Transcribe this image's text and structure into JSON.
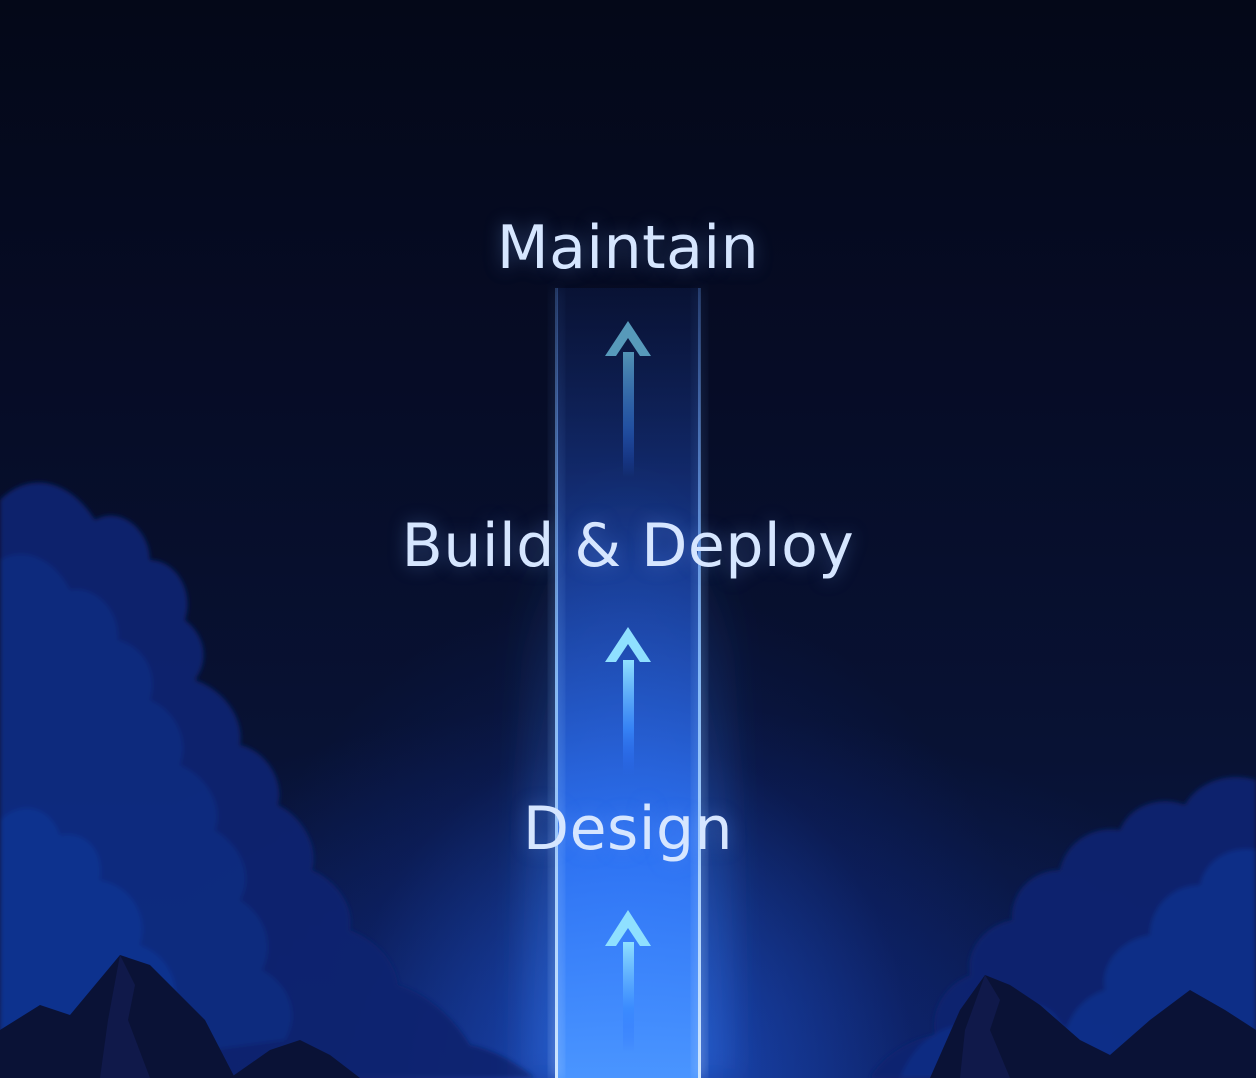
{
  "steps": [
    {
      "label": "Design"
    },
    {
      "label": "Build & Deploy"
    },
    {
      "label": "Maintain"
    }
  ],
  "colors": {
    "background": "#060b22",
    "beam": "#2f7bff",
    "beam_edge": "#8fc4ff",
    "arrow": "#6fd0ff",
    "text": "#d6e6ff",
    "clouds": "#1a3fb0"
  },
  "icons": [
    "arrow-up-icon",
    "arrow-up-icon",
    "arrow-up-icon"
  ]
}
